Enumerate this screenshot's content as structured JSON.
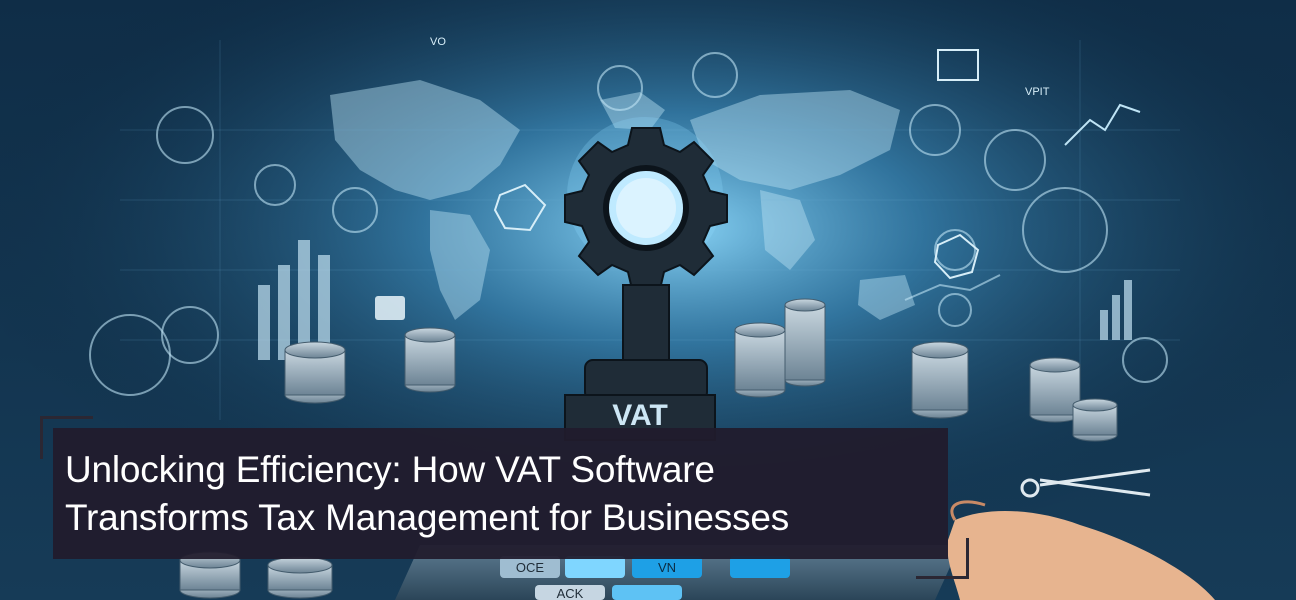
{
  "headline": {
    "line1": "Unlocking Efficiency: How VAT Software",
    "line2": "Transforms Tax Management for Businesses"
  },
  "illustration": {
    "key_label": "VAT",
    "calculator_keys": [
      "OCE",
      "ACK",
      "VN"
    ],
    "panel_label": "VPIT",
    "small_label": "VO"
  },
  "colors": {
    "background": "#0b2438",
    "title_box": "#211c2d",
    "title_text": "#ffffff",
    "glow": "#7fd6ff"
  }
}
